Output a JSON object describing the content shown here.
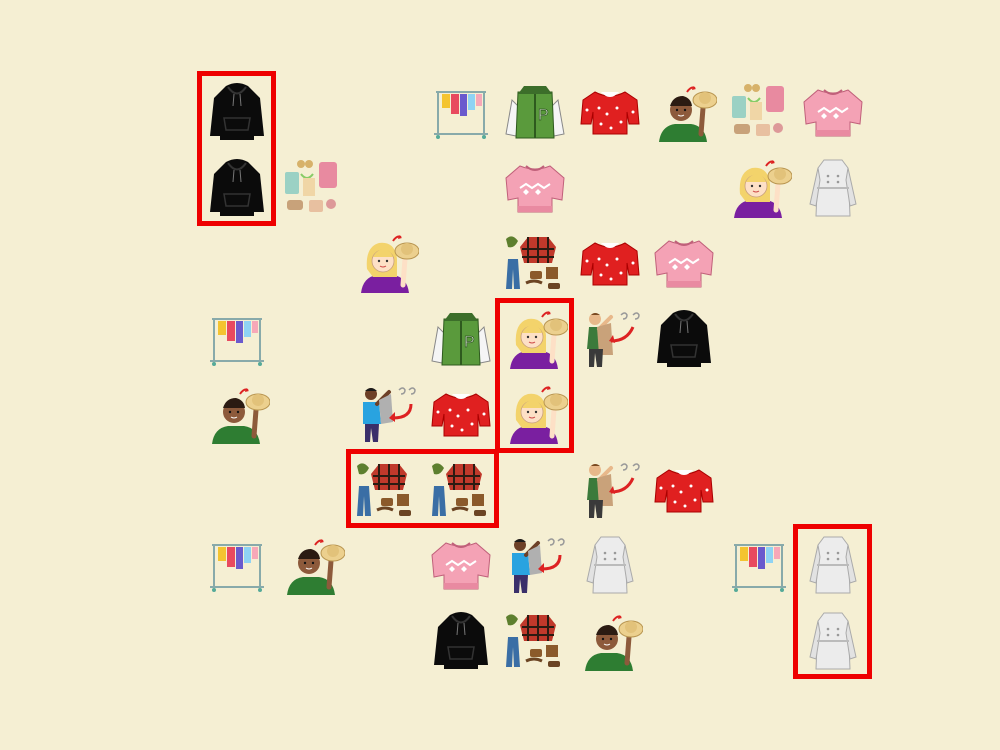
{
  "game": {
    "grid_rows": 8,
    "grid_cols": 9,
    "tiles": [
      {
        "row": 0,
        "col": 0,
        "kind": "black-hoodie-icon"
      },
      {
        "row": 0,
        "col": 3,
        "kind": "clothes-rack-icon"
      },
      {
        "row": 0,
        "col": 4,
        "kind": "green-varsity-jacket-icon"
      },
      {
        "row": 0,
        "col": 5,
        "kind": "red-polka-blouse-icon"
      },
      {
        "row": 0,
        "col": 6,
        "kind": "boy-tipping-hat-icon"
      },
      {
        "row": 0,
        "col": 7,
        "kind": "outfit-collage-icon"
      },
      {
        "row": 0,
        "col": 8,
        "kind": "pink-sweater-icon"
      },
      {
        "row": 1,
        "col": 0,
        "kind": "black-hoodie-icon"
      },
      {
        "row": 1,
        "col": 1,
        "kind": "outfit-collage-icon"
      },
      {
        "row": 1,
        "col": 4,
        "kind": "pink-sweater-icon"
      },
      {
        "row": 1,
        "col": 7,
        "kind": "girl-tipping-hat-icon"
      },
      {
        "row": 1,
        "col": 8,
        "kind": "white-trench-coat-icon"
      },
      {
        "row": 2,
        "col": 2,
        "kind": "girl-tipping-hat-icon"
      },
      {
        "row": 2,
        "col": 4,
        "kind": "plaid-outfit-flatlay-icon"
      },
      {
        "row": 2,
        "col": 5,
        "kind": "red-polka-blouse-icon"
      },
      {
        "row": 2,
        "col": 6,
        "kind": "pink-sweater-icon"
      },
      {
        "row": 3,
        "col": 0,
        "kind": "clothes-rack-icon"
      },
      {
        "row": 3,
        "col": 3,
        "kind": "green-varsity-jacket-icon"
      },
      {
        "row": 3,
        "col": 4,
        "kind": "girl-tipping-hat-icon"
      },
      {
        "row": 3,
        "col": 5,
        "kind": "man-hanging-coat-icon"
      },
      {
        "row": 3,
        "col": 6,
        "kind": "black-hoodie-icon"
      },
      {
        "row": 4,
        "col": 0,
        "kind": "boy-tipping-hat-icon"
      },
      {
        "row": 4,
        "col": 2,
        "kind": "boy-hanging-jacket-icon"
      },
      {
        "row": 4,
        "col": 3,
        "kind": "red-polka-blouse-icon"
      },
      {
        "row": 4,
        "col": 4,
        "kind": "girl-tipping-hat-icon"
      },
      {
        "row": 5,
        "col": 2,
        "kind": "plaid-outfit-flatlay-icon"
      },
      {
        "row": 5,
        "col": 3,
        "kind": "plaid-outfit-flatlay-icon"
      },
      {
        "row": 5,
        "col": 5,
        "kind": "man-hanging-coat-icon"
      },
      {
        "row": 5,
        "col": 6,
        "kind": "red-polka-blouse-icon"
      },
      {
        "row": 6,
        "col": 0,
        "kind": "clothes-rack-icon"
      },
      {
        "row": 6,
        "col": 1,
        "kind": "boy-tipping-hat-icon"
      },
      {
        "row": 6,
        "col": 3,
        "kind": "pink-sweater-icon"
      },
      {
        "row": 6,
        "col": 4,
        "kind": "boy-hanging-jacket-icon"
      },
      {
        "row": 6,
        "col": 5,
        "kind": "white-trench-coat-icon"
      },
      {
        "row": 6,
        "col": 7,
        "kind": "clothes-rack-icon"
      },
      {
        "row": 6,
        "col": 8,
        "kind": "white-trench-coat-icon"
      },
      {
        "row": 7,
        "col": 3,
        "kind": "black-hoodie-icon"
      },
      {
        "row": 7,
        "col": 4,
        "kind": "plaid-outfit-flatlay-icon"
      },
      {
        "row": 7,
        "col": 5,
        "kind": "boy-tipping-hat-icon"
      },
      {
        "row": 7,
        "col": 8,
        "kind": "white-trench-coat-icon"
      }
    ],
    "highlights": [
      {
        "row": 0,
        "col": 0,
        "rows": 2,
        "cols": 1
      },
      {
        "row": 3,
        "col": 4,
        "rows": 2,
        "cols": 1
      },
      {
        "row": 5,
        "col": 2,
        "rows": 1,
        "cols": 2
      },
      {
        "row": 6,
        "col": 8,
        "rows": 2,
        "cols": 1
      }
    ],
    "highlight_color": "#ee0000",
    "background_color": "#f5efd3"
  }
}
